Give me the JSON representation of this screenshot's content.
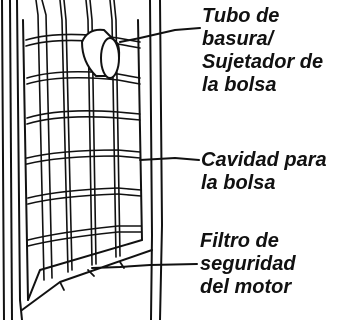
{
  "labels": {
    "hose_clip": "Tubo de\nbasura/\nSujetador de\nla bolsa",
    "bag_cavity": "Cavidad para\nla bolsa",
    "motor_filter": "Filtro de\nseguridad\ndel motor"
  },
  "colors": {
    "ink": "#111111",
    "background": "#ffffff"
  }
}
